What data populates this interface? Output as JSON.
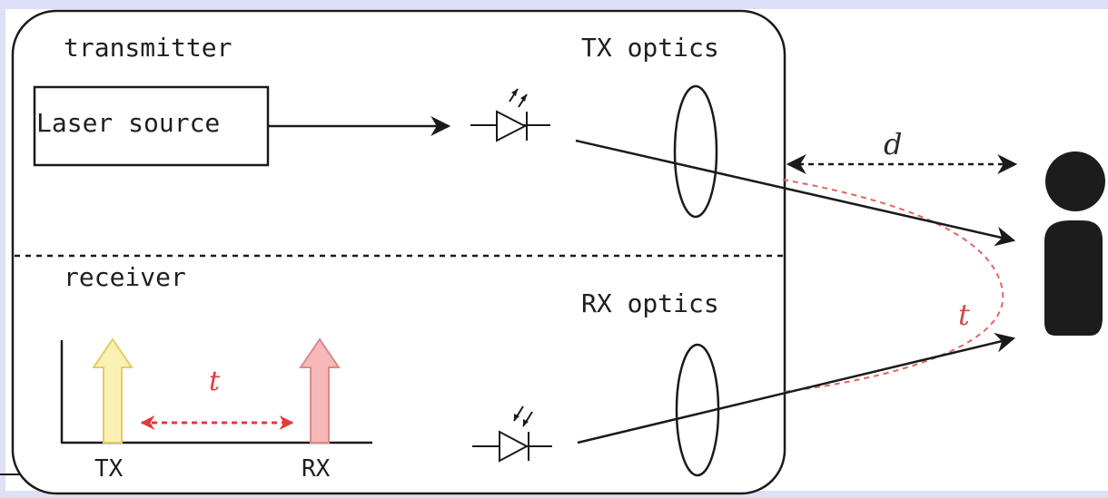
{
  "diagram": {
    "labels": {
      "transmitter": "transmitter",
      "tx_optics": "TX optics",
      "laser_source": "Laser source",
      "receiver": "receiver",
      "rx_optics": "RX optics",
      "distance": "d",
      "time_of_flight": "t",
      "chart_time": "t",
      "tx_pulse": "TX",
      "rx_pulse": "RX"
    },
    "colors": {
      "background": "#ffffff",
      "frame_blue": "#dde0f6",
      "stroke": "#1a1a1a",
      "return_path": "#e06666",
      "tx_pulse_fill": "#fbf0b4",
      "tx_pulse_stroke": "#e2cc66",
      "rx_pulse_fill": "#f6b8b8",
      "rx_pulse_stroke": "#d98a8a",
      "time_arrow": "#e23b3b",
      "person": "#1c1c1c"
    },
    "icons": [
      "laser-diode-icon",
      "photodiode-icon",
      "person-icon",
      "lens-icon"
    ]
  }
}
